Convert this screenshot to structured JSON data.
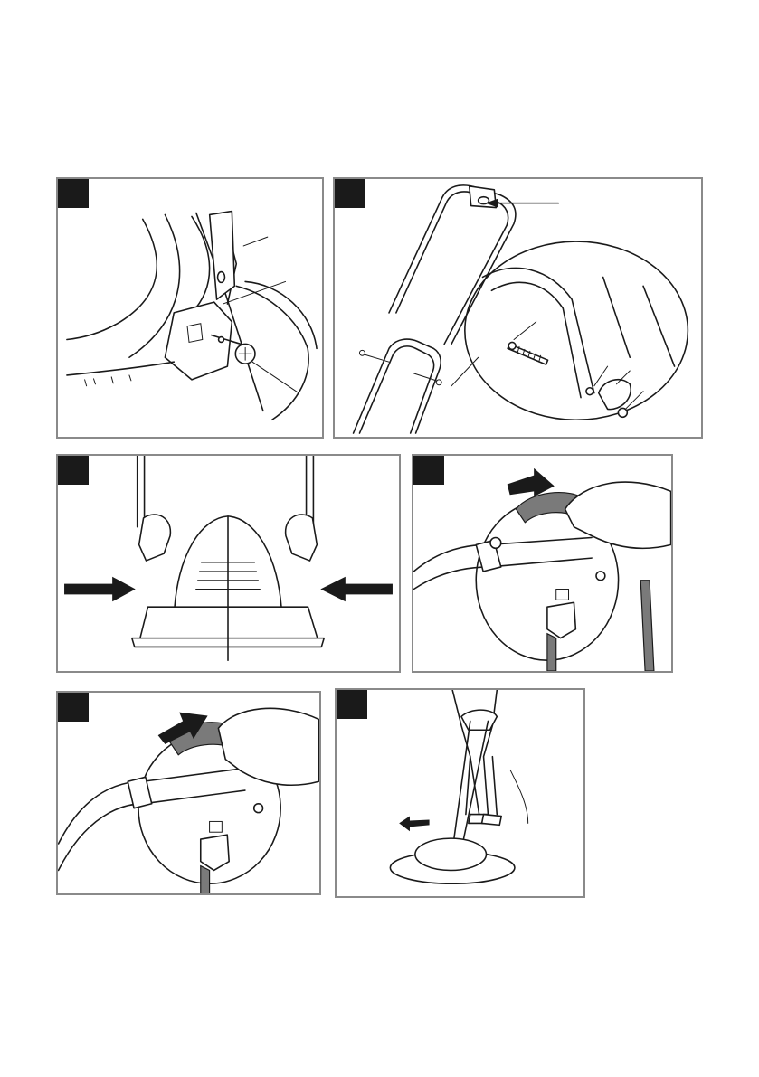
{
  "page": {
    "background": "#ffffff",
    "panel_border_color": "#8a8a8a",
    "tab_color": "#1a1a1a"
  },
  "figures": [
    {
      "id": "fig1",
      "subject": "handle-bracket-bolt-assembly"
    },
    {
      "id": "fig2",
      "subject": "handle-assembly-with-bolt-washer-knob"
    },
    {
      "id": "fig3",
      "subject": "squeeze-handle-into-deck"
    },
    {
      "id": "fig4",
      "subject": "cable-hook-remove"
    },
    {
      "id": "fig5",
      "subject": "cable-hook-insert"
    },
    {
      "id": "fig6",
      "subject": "operator-mowing"
    }
  ],
  "icons": {
    "arrow": "arrow-icon",
    "hand": "hand-icon",
    "bolt": "bolt-icon",
    "knob": "knob-icon"
  }
}
